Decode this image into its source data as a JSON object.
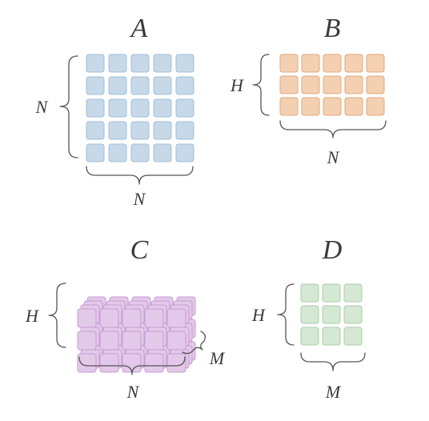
{
  "panels": [
    {
      "id": "A",
      "title": "A",
      "rows": 5,
      "cols": 5,
      "depth": 1,
      "fill": "#c7d9e8",
      "stroke": "#9fbfd8",
      "labels": {
        "left": "N",
        "bottom": "N"
      }
    },
    {
      "id": "B",
      "title": "B",
      "rows": 3,
      "cols": 5,
      "depth": 1,
      "fill": "#f4d0b2",
      "stroke": "#e0a77b",
      "labels": {
        "left": "H",
        "bottom": "N"
      }
    },
    {
      "id": "C",
      "title": "C",
      "rows": 3,
      "cols": 5,
      "depth": 4,
      "fill": "#e3c9e9",
      "stroke": "#c79ad4",
      "labels": {
        "left": "H",
        "bottom": "N",
        "depth": "M"
      }
    },
    {
      "id": "D",
      "title": "D",
      "rows": 3,
      "cols": 3,
      "depth": 1,
      "fill": "#d5e8d4",
      "stroke": "#a9cca7",
      "labels": {
        "left": "H",
        "bottom": "M"
      }
    }
  ]
}
